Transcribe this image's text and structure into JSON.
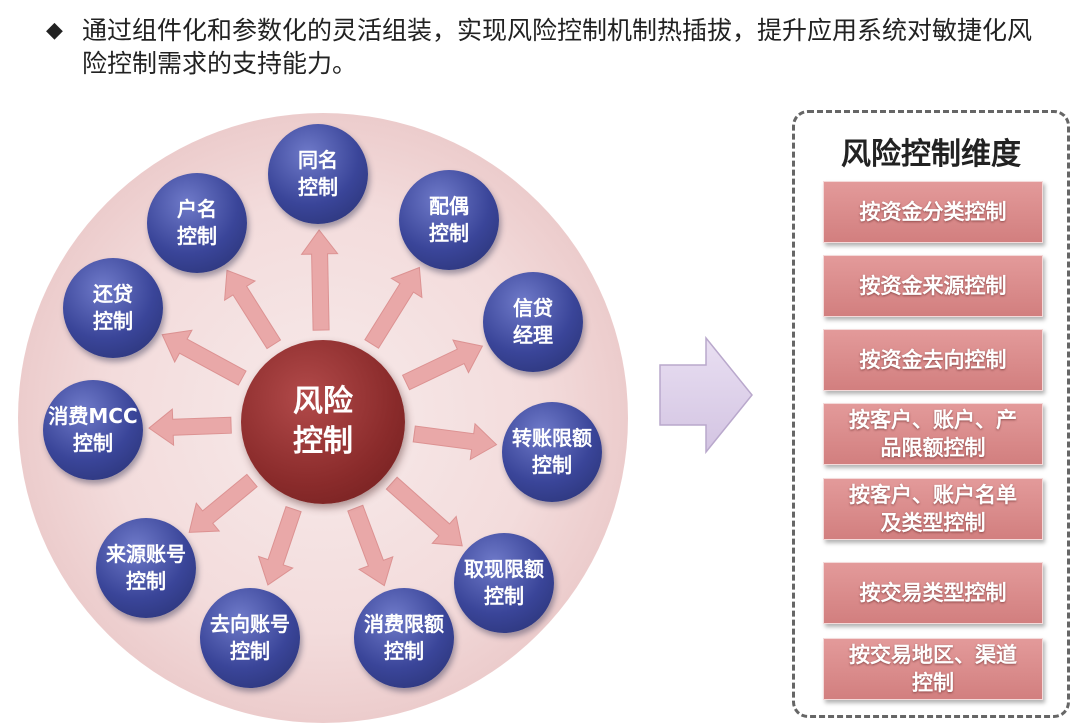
{
  "intro": {
    "bullet": "◆",
    "text": "通过组件化和参数化的灵活组装，实现风险控制机制热插拔，提升应用系统对敏捷化风险控制需求的支持能力。"
  },
  "diagram": {
    "center": "风险\n控制",
    "nodes": [
      "同名\n控制",
      "配偶\n控制",
      "信贷\n经理",
      "转账限额\n控制",
      "取现限额\n控制",
      "消费限额\n控制",
      "去向账号\n控制",
      "来源账号\n控制",
      "消费MCC\n控制",
      "还贷\n控制",
      "户名\n控制"
    ]
  },
  "panel": {
    "title": "风险控制维度",
    "items": [
      "按资金分类控制",
      "按资金来源控制",
      "按资金去向控制",
      "按客户、账户、产\n品限额控制",
      "按客户、账户名单\n及类型控制",
      "按交易类型控制",
      "按交易地区、渠道\n控制"
    ]
  }
}
